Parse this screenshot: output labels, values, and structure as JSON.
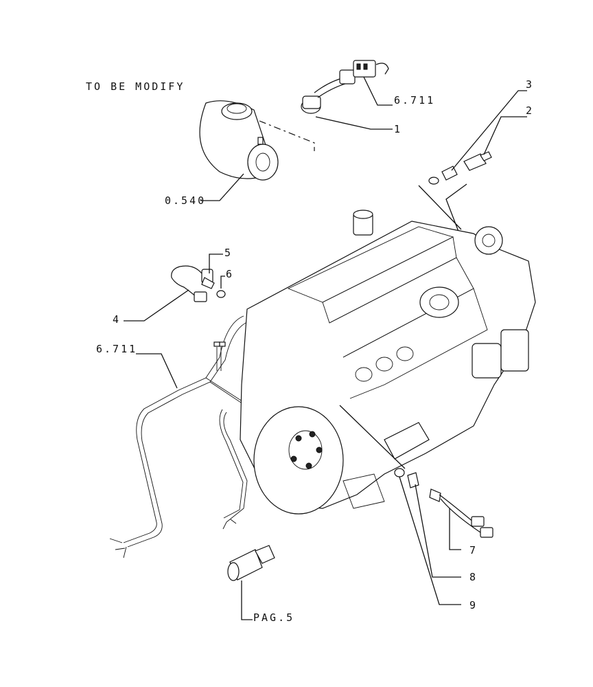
{
  "note": "TO BE MODIFY",
  "callouts": {
    "c1": "1",
    "c2": "2",
    "c3": "3",
    "c4": "4",
    "c5": "5",
    "c6": "6",
    "c7": "7",
    "c8": "8",
    "c9": "9",
    "ref_harness_top": "6.711",
    "ref_harness_left": "6.711",
    "ref_filter": "0.540",
    "ref_page": "PAG.5"
  }
}
